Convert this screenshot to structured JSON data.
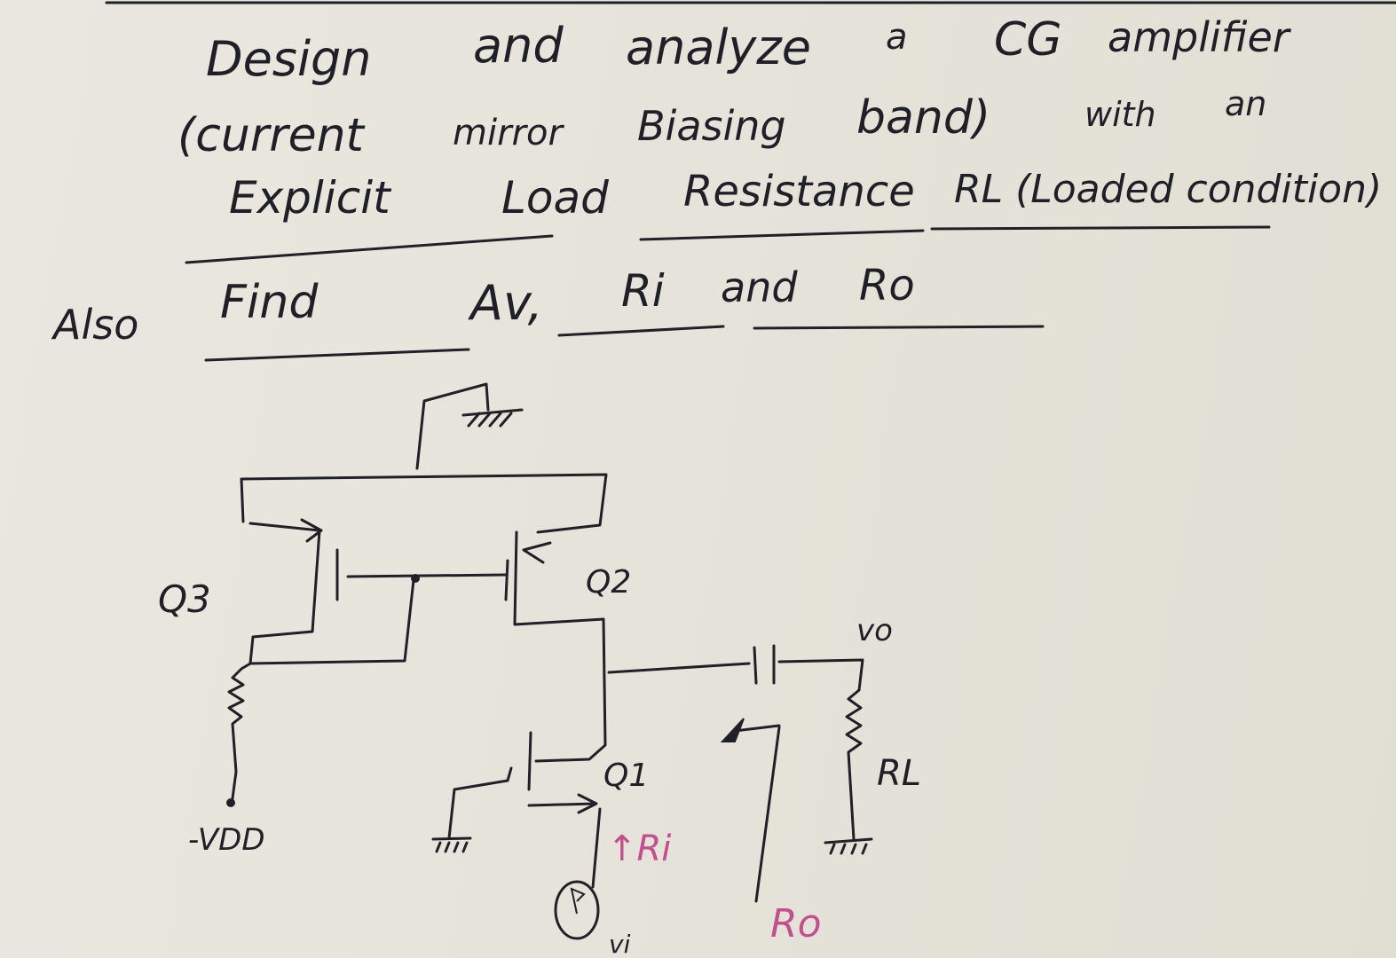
{
  "problem": {
    "line1_a": "Design",
    "line1_b": "and",
    "line1_c": "analyze",
    "line1_d": "a",
    "line1_e": "CG",
    "line1_f": "amplifier",
    "line2_a": "(current",
    "line2_b": "mirror",
    "line2_c": "Biasing",
    "line2_d": "band)",
    "line2_e": "with",
    "line2_f": "an",
    "line3_a": "Explicit",
    "line3_b": "Load",
    "line3_c": "Resistance",
    "line3_d": "RL (Loaded condition)",
    "also": "Also",
    "find": "Find",
    "av": "Av,",
    "ri": "Ri",
    "and": "and",
    "ro": "Ro"
  },
  "circuit": {
    "q3": "Q3",
    "q2": "Q2",
    "q1": "Q1",
    "vdd": "-VDD",
    "vo": "vo",
    "rl": "RL",
    "ri_arrow": "↑Ri",
    "ro": "Ro",
    "vi": "vi"
  },
  "colors": {
    "ink": "#202028",
    "pink": "#c2508f",
    "paper": "#e7e5dc"
  }
}
